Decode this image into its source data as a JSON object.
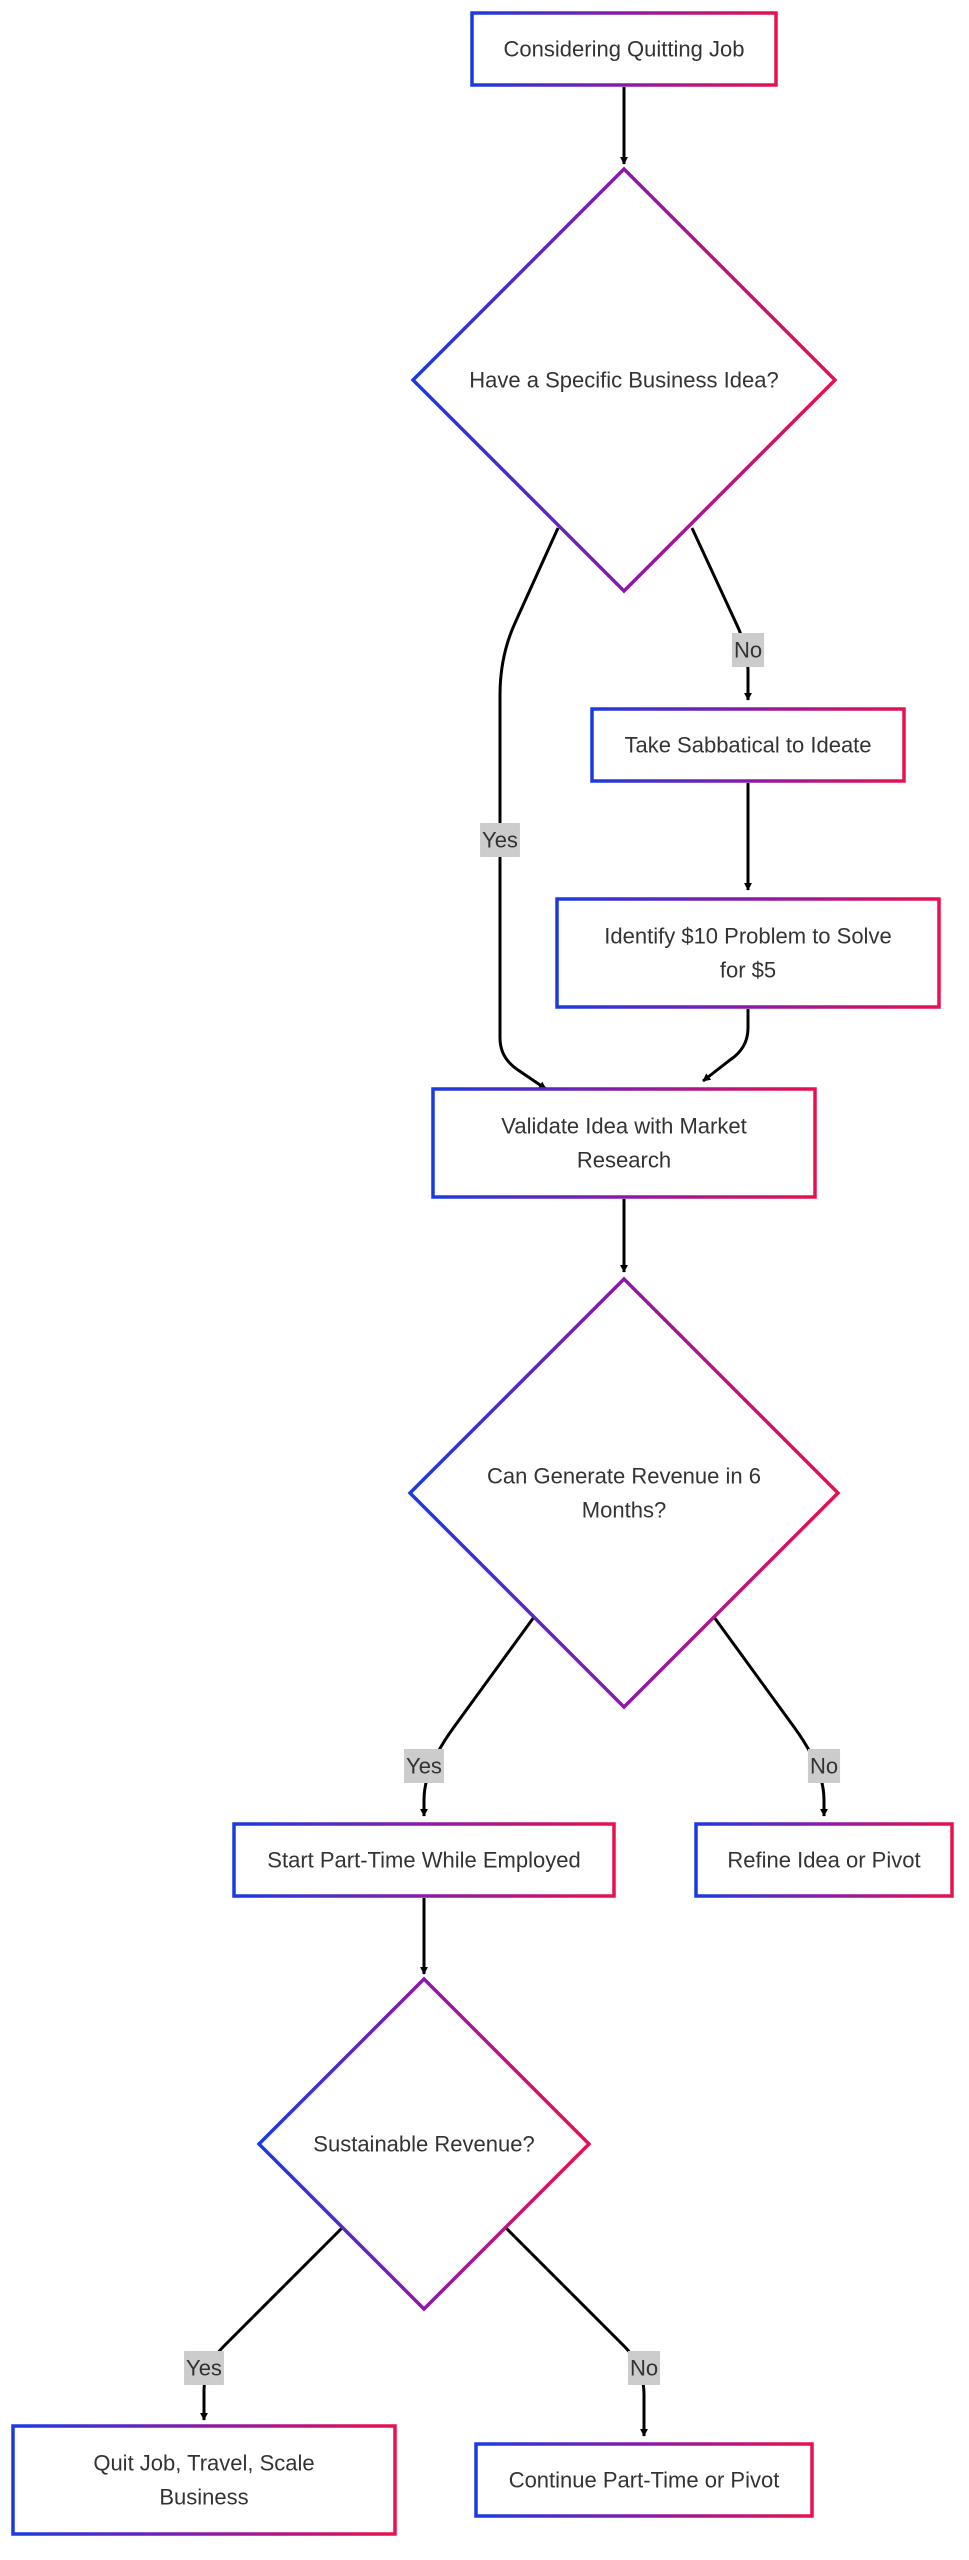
{
  "diagram": {
    "type": "flowchart",
    "colors": {
      "stroke_start": "#1a3be0",
      "stroke_mid": "#8a1aa8",
      "stroke_end": "#e8104f",
      "edge": "#000000",
      "edge_label_bg": "#cccccc",
      "text": "#333333"
    },
    "nodes": [
      {
        "id": "quit_job",
        "shape": "rect",
        "lines": [
          "Considering Quitting Job"
        ]
      },
      {
        "id": "has_idea",
        "shape": "diamond",
        "lines": [
          "Have a Specific Business Idea?"
        ]
      },
      {
        "id": "sabbatical",
        "shape": "rect",
        "lines": [
          "Take Sabbatical to Ideate"
        ]
      },
      {
        "id": "identify_problem",
        "shape": "rect",
        "lines": [
          "Identify $10 Problem to Solve",
          "for $5"
        ]
      },
      {
        "id": "validate",
        "shape": "rect",
        "lines": [
          "Validate Idea with Market",
          "Research"
        ]
      },
      {
        "id": "revenue_6m",
        "shape": "diamond",
        "lines": [
          "Can Generate Revenue in 6",
          "Months?"
        ]
      },
      {
        "id": "part_time",
        "shape": "rect",
        "lines": [
          "Start Part-Time While Employed"
        ]
      },
      {
        "id": "refine",
        "shape": "rect",
        "lines": [
          "Refine Idea or Pivot"
        ]
      },
      {
        "id": "sustainable",
        "shape": "diamond",
        "lines": [
          "Sustainable Revenue?"
        ]
      },
      {
        "id": "quit_scale",
        "shape": "rect",
        "lines": [
          "Quit Job, Travel, Scale",
          "Business"
        ]
      },
      {
        "id": "continue",
        "shape": "rect",
        "lines": [
          "Continue Part-Time or Pivot"
        ]
      }
    ],
    "edges": [
      {
        "id": "e1",
        "from": "quit_job",
        "to": "has_idea",
        "label": ""
      },
      {
        "id": "e2",
        "from": "has_idea",
        "to": "validate",
        "label": "Yes"
      },
      {
        "id": "e3",
        "from": "has_idea",
        "to": "sabbatical",
        "label": "No"
      },
      {
        "id": "e4",
        "from": "sabbatical",
        "to": "identify_problem",
        "label": ""
      },
      {
        "id": "e5",
        "from": "identify_problem",
        "to": "validate",
        "label": ""
      },
      {
        "id": "e6",
        "from": "validate",
        "to": "revenue_6m",
        "label": ""
      },
      {
        "id": "e7",
        "from": "revenue_6m",
        "to": "part_time",
        "label": "Yes"
      },
      {
        "id": "e8",
        "from": "revenue_6m",
        "to": "refine",
        "label": "No"
      },
      {
        "id": "e9",
        "from": "part_time",
        "to": "sustainable",
        "label": ""
      },
      {
        "id": "e10",
        "from": "sustainable",
        "to": "quit_scale",
        "label": "Yes"
      },
      {
        "id": "e11",
        "from": "sustainable",
        "to": "continue",
        "label": "No"
      }
    ]
  }
}
